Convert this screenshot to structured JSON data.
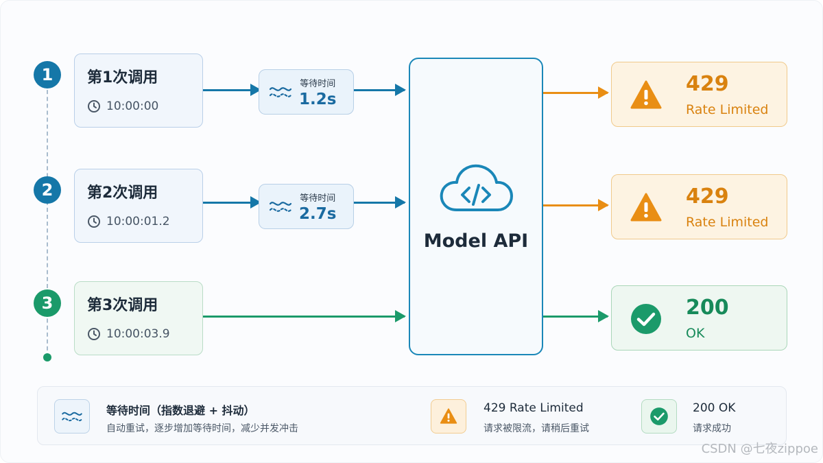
{
  "steps": [
    {
      "number": "1",
      "title": "第1次调用",
      "time": "10:00:00",
      "wait": {
        "label": "等待时间",
        "value": "1.2s"
      },
      "result": {
        "code": "429",
        "text": "Rate Limited"
      }
    },
    {
      "number": "2",
      "title": "第2次调用",
      "time": "10:00:01.2",
      "wait": {
        "label": "等待时间",
        "value": "2.7s"
      },
      "result": {
        "code": "429",
        "text": "Rate Limited"
      }
    },
    {
      "number": "3",
      "title": "第3次调用",
      "time": "10:00:03.9",
      "result": {
        "code": "200",
        "text": "OK"
      }
    }
  ],
  "api": {
    "title": "Model API"
  },
  "legend": {
    "wait": {
      "title": "等待时间（指数退避 + 抖动）",
      "desc": "自动重试，逐步增加等待时间，减少并发冲击"
    },
    "rate_limited": {
      "title": "429 Rate Limited",
      "desc": "请求被限流，请稍后重试"
    },
    "ok": {
      "title": "200 OK",
      "desc": "请求成功"
    }
  },
  "watermark": "CSDN @七夜zippoe",
  "colors": {
    "blue": "#1577a8",
    "green": "#1b9a6a",
    "orange": "#e98e14"
  },
  "icons": {
    "wait": "wave-icon",
    "time": "clock-icon",
    "api": "cloud-code-icon",
    "error": "warning-icon",
    "success": "check-circle-icon"
  }
}
